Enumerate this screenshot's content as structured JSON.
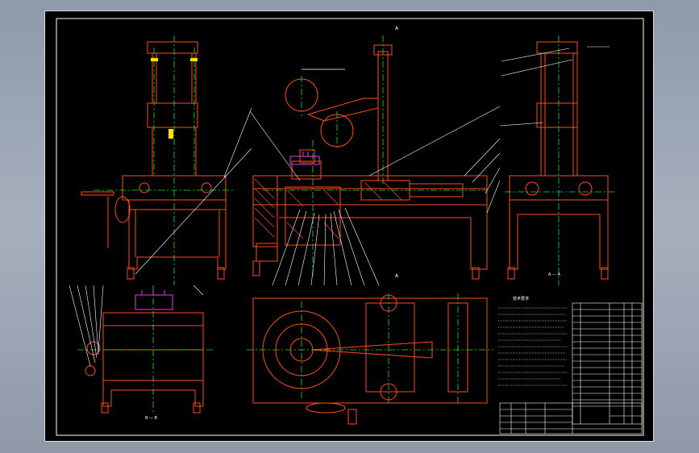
{
  "colors": {
    "background": "#000000",
    "outline": "#ff4a1c",
    "centerline": "#20e020",
    "leader": "#ffffff",
    "dimension": "#ffffff",
    "magenta": "#e040e0",
    "yellow": "#ffe000",
    "hatch": "#ff4a1c"
  },
  "icons": {
    "gauge": "dial-indicator-icon",
    "handwheel": "handwheel-icon"
  },
  "views": {
    "front_view": "front-view",
    "section_view": "main-section-view",
    "side_view": "side-section-view",
    "bottom_left_view": "side-view-b",
    "plan_view": "plan-view"
  },
  "section_marks": {
    "top_a": "A",
    "bottom_a": "A"
  },
  "view_labels": {
    "right_view": "A — A",
    "left_bottom_view": "B — B"
  },
  "notes": {
    "heading": "技术要求"
  }
}
